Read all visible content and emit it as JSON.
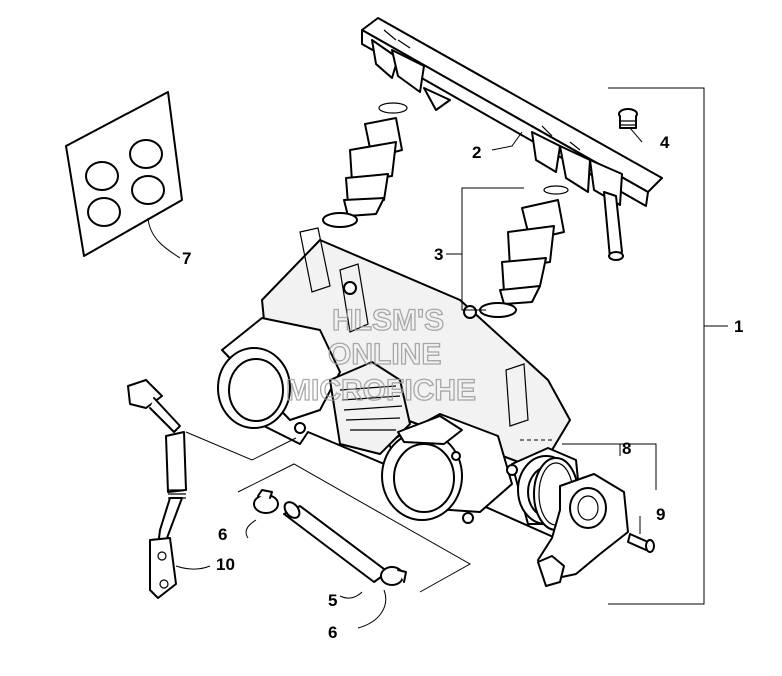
{
  "callouts": {
    "c1": "1",
    "c2": "2",
    "c3": "3",
    "c4": "4",
    "c5": "5",
    "c6a": "6",
    "c6b": "6",
    "c7": "7",
    "c8": "8",
    "c9": "9",
    "c10": "10"
  },
  "watermark": {
    "line1": "HLSM'S",
    "line2": "ONLINE",
    "line3": "MICROFICHE"
  }
}
